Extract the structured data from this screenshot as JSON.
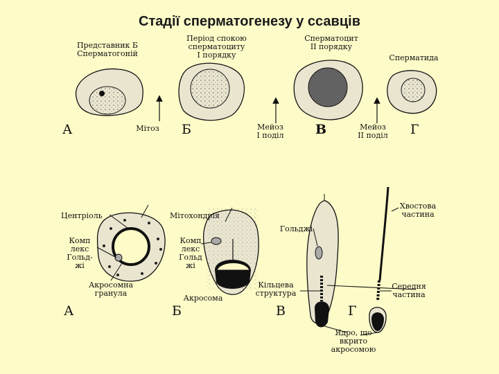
{
  "title": "Стадії сперматогенезу у ссавців",
  "top": {
    "stage_labels": {
      "spermatogonia": "Представник Б\nСперматогоній",
      "rest_period": "Період спокою\nсперматоциту\nІ порядку",
      "spermatocyte2": "Сперматоцит\nІІ порядку",
      "spermatid": "Сперматида"
    },
    "arrows": {
      "mitosis": "Мітоз",
      "meiosis1": "Мейоз\nІ поділ",
      "meiosis2": "Мейоз\nІІ поділ"
    },
    "letters": [
      "А",
      "Б",
      "В",
      "Г"
    ]
  },
  "bottom": {
    "labels": {
      "centriole": "Центріоль",
      "golgi_a": "Комп\nлекс\nГольд-\nжі",
      "acrosome_granule": "Акросомна\nгранула",
      "mitochondria": "Мітохондрія",
      "golgi_b": "Комп\nлекс\nГольд\nжі",
      "acrosome": "Акросома",
      "golgi_c": "Гольджі",
      "ring": "Кільцева\nструктура",
      "tail": "Хвостова\nчастина",
      "middle": "Середня\nчастина",
      "nucleus": "Ядро, що\nвкрито\nакросомою"
    },
    "letters": [
      "А",
      "Б",
      "В",
      "Г"
    ]
  }
}
